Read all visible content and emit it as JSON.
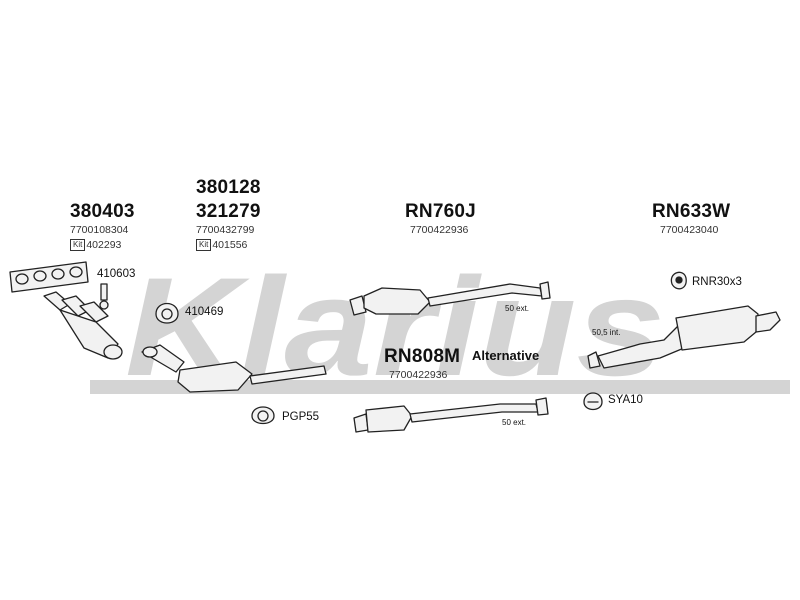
{
  "watermark": "Klarius",
  "parts": {
    "p380403": {
      "number": "380403",
      "oe": "7700108304",
      "kit_tag": "Kit",
      "kit": "402293"
    },
    "p380128": {
      "number": "380128"
    },
    "p321279": {
      "number": "321279",
      "oe": "7700432799",
      "kit_tag": "Kit",
      "kit": "401556"
    },
    "pRN760J": {
      "number": "RN760J",
      "oe": "7700422936"
    },
    "pRN633W": {
      "number": "RN633W",
      "oe": "7700423040"
    },
    "pRN808M": {
      "number": "RN808M",
      "oe": "7700422936",
      "note": "Alternative"
    }
  },
  "accessories": {
    "a410603": "410603",
    "a410469": "410469",
    "aPGP55": "PGP55",
    "aRNR30x3": "RNR30x3",
    "aSYA10": "SYA10"
  },
  "dimensions": {
    "front_pipe_ext": "50 ext.",
    "alt_pipe_ext": "50 ext.",
    "rear_int": "50,5 int."
  },
  "colors": {
    "watermark": "#d4d4d4",
    "line": "#222222",
    "fill": "#f2f2f2"
  }
}
